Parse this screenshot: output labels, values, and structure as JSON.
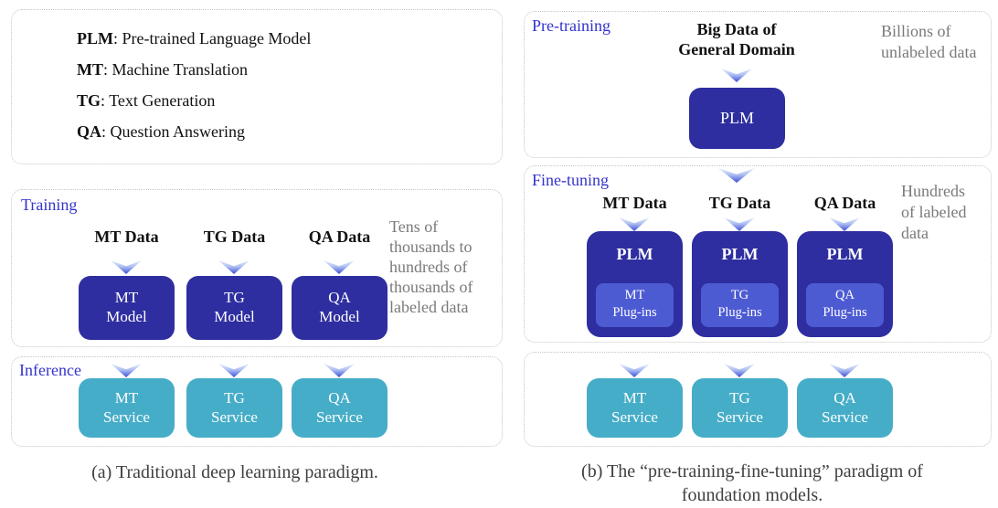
{
  "colors": {
    "model_box_blue": "#2e2ea0",
    "plugin_box_blue": "#4d5bd3",
    "service_box_teal": "#46adc8",
    "section_label_blue": "#3333cc",
    "note_gray": "#7a7a7a",
    "panel_border": "#c6c6c6"
  },
  "legend": {
    "items": [
      {
        "term": "PLM",
        "definition": ": Pre-trained Language Model"
      },
      {
        "term": "MT",
        "definition": ": Machine Translation"
      },
      {
        "term": "TG",
        "definition": ": Text Generation"
      },
      {
        "term": "QA",
        "definition": ": Question Answering"
      }
    ]
  },
  "left": {
    "training": {
      "label": "Training",
      "columns": [
        {
          "header": "MT Data",
          "model": "MT\nModel"
        },
        {
          "header": "TG Data",
          "model": "TG\nModel"
        },
        {
          "header": "QA Data",
          "model": "QA\nModel"
        }
      ],
      "note": "Tens of\nthousands to\nhundreds of\nthousands of\nlabeled data"
    },
    "inference": {
      "label": "Inference",
      "services": [
        "MT\nService",
        "TG\nService",
        "QA\nService"
      ]
    },
    "caption": "(a) Traditional deep learning paradigm."
  },
  "right": {
    "pretraining": {
      "label": "Pre-training",
      "data_source": "Big Data of\nGeneral Domain",
      "note": "Billions of\nunlabeled data",
      "model": "PLM"
    },
    "finetuning": {
      "label": "Fine-tuning",
      "columns": [
        {
          "header": "MT Data",
          "model": "PLM",
          "plugin": "MT\nPlug-ins"
        },
        {
          "header": "TG Data",
          "model": "PLM",
          "plugin": "TG\nPlug-ins"
        },
        {
          "header": "QA Data",
          "model": "PLM",
          "plugin": "QA\nPlug-ins"
        }
      ],
      "note": "Hundreds\nof labeled\ndata"
    },
    "inference": {
      "services": [
        "MT\nService",
        "TG\nService",
        "QA\nService"
      ]
    },
    "caption": "(b) The “pre-training-fine-tuning” paradigm of\nfoundation models."
  }
}
